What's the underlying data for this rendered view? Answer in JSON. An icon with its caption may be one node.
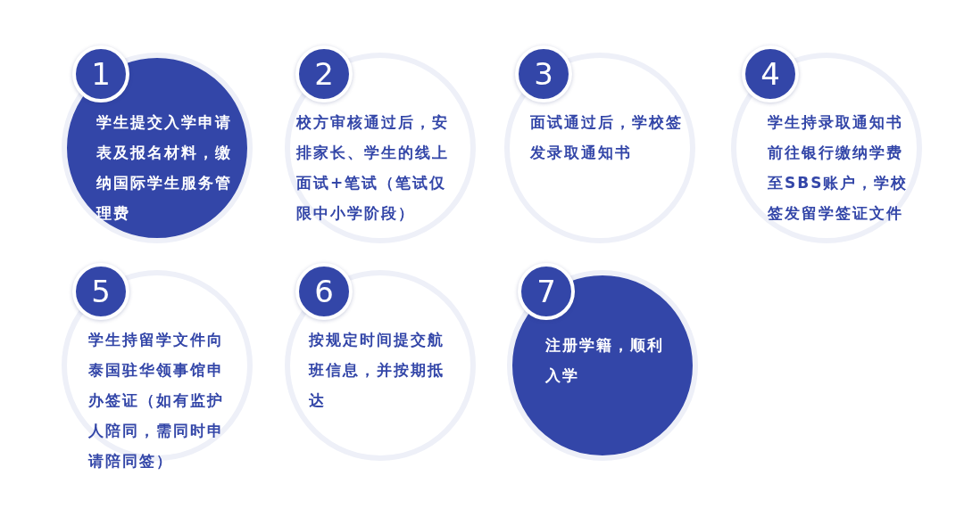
{
  "diagram": {
    "nodes": [
      {
        "text": [
          "1"
        ]
      },
      {
        "text": [
          "学生提交入学申请表及报名材料，缴纳国际学生服务管理费"
        ]
      },
      {
        "text": [
          "2"
        ]
      },
      {
        "text": [
          "校方审核通过后，安排家长、学生的线上面试+笔试（笔试仅限中小学阶段）"
        ]
      },
      {
        "text": [
          "3"
        ]
      },
      {
        "text": [
          "面试通过后，学校签发录取通知书"
        ]
      },
      {
        "text": [
          "4"
        ]
      },
      {
        "text": [
          "学生持录取通知书前往银行缴纳学费至SBS账户，学校签发留学签证文件"
        ]
      },
      {
        "text": [
          "5"
        ]
      },
      {
        "text": [
          "学生持留学文件向泰国驻华领事馆申办签证（如有监护人陪同，需同时申请陪同签）"
        ]
      },
      {
        "text": [
          "6"
        ]
      },
      {
        "text": [
          "按规定时间提交航班信息，并按期抵达"
        ]
      },
      {
        "text": [
          "7"
        ]
      },
      {
        "text": [
          "注册学籍，顺利入学"
        ]
      }
    ]
  }
}
